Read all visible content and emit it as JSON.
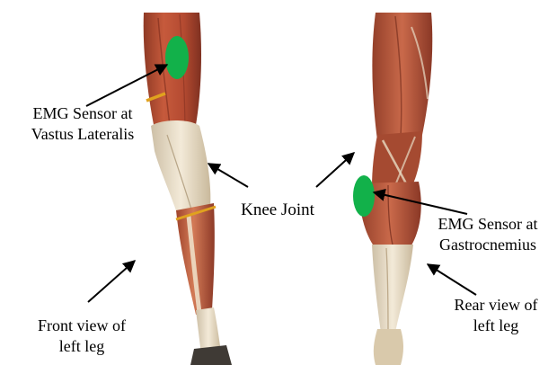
{
  "labels": {
    "vastus": [
      "EMG Sensor at",
      "Vastus Lateralis"
    ],
    "knee": "Knee Joint",
    "gastrocnemius": [
      "EMG Sensor at",
      "Gastrocnemius"
    ],
    "front_view": [
      "Front view of",
      "left leg"
    ],
    "rear_view": [
      "Rear view of",
      "left leg"
    ]
  },
  "colors": {
    "sensor": "#12b14a",
    "muscle": "#b84f36",
    "tendon": "#e8dcc4",
    "strap": "#e0a21e",
    "arrow": "#000000"
  }
}
